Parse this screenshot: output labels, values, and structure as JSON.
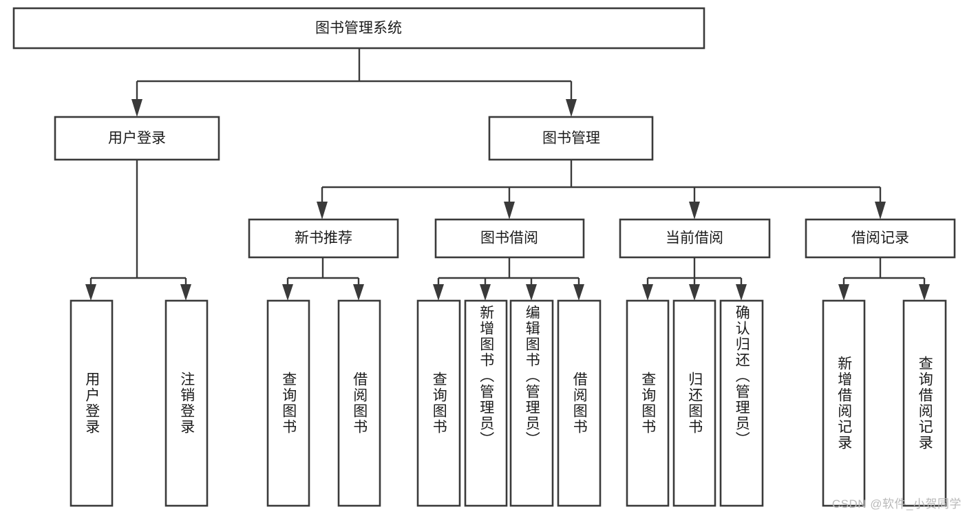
{
  "diagram": {
    "title_node": {
      "label": "图书管理系统"
    },
    "level2": [
      {
        "id": "user-login",
        "label": "用户登录"
      },
      {
        "id": "book-management",
        "label": "图书管理"
      }
    ],
    "level3": [
      {
        "id": "new-book-recommend",
        "label": "新书推荐"
      },
      {
        "id": "book-borrow",
        "label": "图书借阅"
      },
      {
        "id": "current-borrow",
        "label": "当前借阅"
      },
      {
        "id": "borrow-record",
        "label": "借阅记录"
      }
    ],
    "leaves": [
      {
        "id": "leaf-user-login",
        "label": "用户登录",
        "parent": "user-login"
      },
      {
        "id": "leaf-logout-login",
        "label": "注销登录",
        "parent": "user-login"
      },
      {
        "id": "leaf-query-book-1",
        "label": "查询图书",
        "parent": "new-book-recommend"
      },
      {
        "id": "leaf-borrow-book-1",
        "label": "借阅图书",
        "parent": "new-book-recommend"
      },
      {
        "id": "leaf-query-book-2",
        "label": "查询图书",
        "parent": "book-borrow"
      },
      {
        "id": "leaf-add-book-admin",
        "label": "新增图书（管理员）",
        "parent": "book-borrow"
      },
      {
        "id": "leaf-edit-book-admin",
        "label": "编辑图书（管理员）",
        "parent": "book-borrow"
      },
      {
        "id": "leaf-borrow-book-2",
        "label": "借阅图书",
        "parent": "book-borrow"
      },
      {
        "id": "leaf-query-book-3",
        "label": "查询图书",
        "parent": "current-borrow"
      },
      {
        "id": "leaf-return-book",
        "label": "归还图书",
        "parent": "current-borrow"
      },
      {
        "id": "leaf-confirm-return-admin",
        "label": "确认归还（管理员）",
        "parent": "current-borrow"
      },
      {
        "id": "leaf-add-borrow-record",
        "label": "新增借阅记录",
        "parent": "borrow-record"
      },
      {
        "id": "leaf-query-borrow-record",
        "label": "查询借阅记录",
        "parent": "borrow-record"
      }
    ],
    "colors": {
      "stroke": "#3a3a3a",
      "fill": "#ffffff",
      "text": "#1b1b1b",
      "watermark": "#b9b9b9"
    }
  },
  "watermark": {
    "text": "CSDN @软件_小贺同学"
  }
}
